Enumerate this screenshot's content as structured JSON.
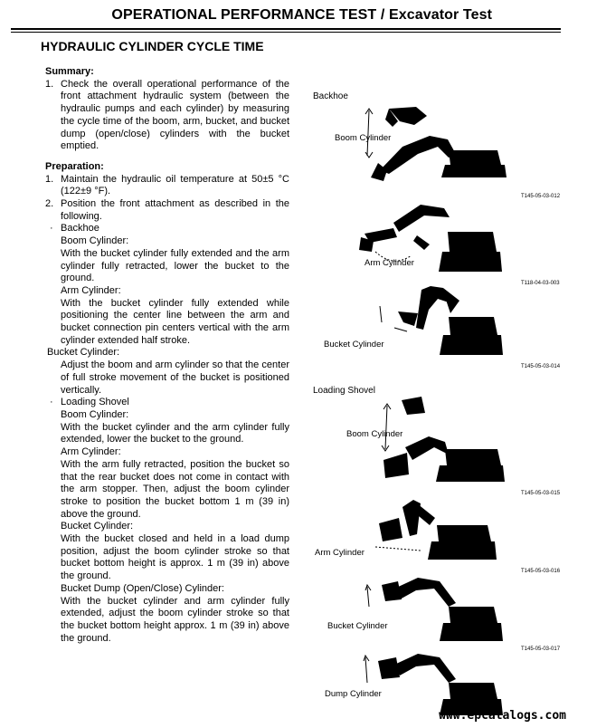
{
  "header": {
    "title": "OPERATIONAL PERFORMANCE TEST / Excavator Test"
  },
  "section_title": "HYDRAULIC CYLINDER CYCLE TIME",
  "summary": {
    "heading": "Summary:",
    "items": [
      {
        "num": "1.",
        "text": "Check the overall operational performance of the front attachment hydraulic system (between the hydraulic pumps and each cylinder) by measuring the cycle time of the boom, arm, bucket, and bucket dump (open/close) cylinders with the bucket emptied."
      }
    ]
  },
  "preparation": {
    "heading": "Preparation:",
    "item1": {
      "num": "1.",
      "text": "Maintain the hydraulic oil temperature at 50±5 °C (122±9 °F)."
    },
    "item2": {
      "num": "2.",
      "text": "Position the front attachment as described in the following."
    },
    "backhoe": {
      "bullet": "·",
      "title": "Backhoe",
      "boom_title": "Boom Cylinder:",
      "boom_text": "With the bucket cylinder fully extended and the arm cylinder fully retracted, lower the bucket to the ground.",
      "arm_title": "Arm Cylinder:",
      "arm_text": "With the bucket cylinder fully extended while positioning the center line between the arm and bucket connection pin centers vertical with the arm cylinder extended half stroke.",
      "bucket_title": "Bucket Cylinder:",
      "bucket_text": "Adjust the boom and arm cylinder so that the center of full stroke movement of the bucket is positioned vertically."
    },
    "shovel": {
      "bullet": "·",
      "title": "Loading Shovel",
      "boom_title": "Boom Cylinder:",
      "boom_text": "With the bucket cylinder and the arm cylinder fully extended, lower the bucket to the ground.",
      "arm_title": "Arm Cylinder:",
      "arm_text": "With the arm fully retracted, position the bucket so that the rear bucket does not come in contact with the arm stopper. Then, adjust the boom cylinder stroke to position the bucket bottom 1 m (39 in) above the ground.",
      "bucket_title": "Bucket Cylinder:",
      "bucket_text": "With the bucket closed and held in a load dump position, adjust the boom cylinder stroke so that bucket bottom height is approx. 1 m (39 in) above the ground.",
      "dump_title": "Bucket Dump (Open/Close) Cylinder:",
      "dump_text": "With the bucket cylinder and arm cylinder fully extended, adjust the boom cylinder stroke so that the bucket bottom height approx. 1 m (39 in) above the ground."
    }
  },
  "figures": {
    "backhoe_label": "Backhoe",
    "shovel_label": "Loading Shovel",
    "items": [
      {
        "label": "Boom Cylinder",
        "code": "T145-05-03-012"
      },
      {
        "label": "Arm Cylinder",
        "code": "T118-04-03-003"
      },
      {
        "label": "Bucket Cylinder",
        "code": "T145-05-03-014"
      },
      {
        "label": "Boom Cylinder",
        "code": "T145-05-03-015"
      },
      {
        "label": "Arm Cylinder",
        "code": "T145-05-03-016"
      },
      {
        "label": "Bucket Cylinder",
        "code": "T145-05-03-017"
      },
      {
        "label": "Dump Cylinder",
        "code": ""
      }
    ]
  },
  "watermark": "www.epcatalogs.com"
}
